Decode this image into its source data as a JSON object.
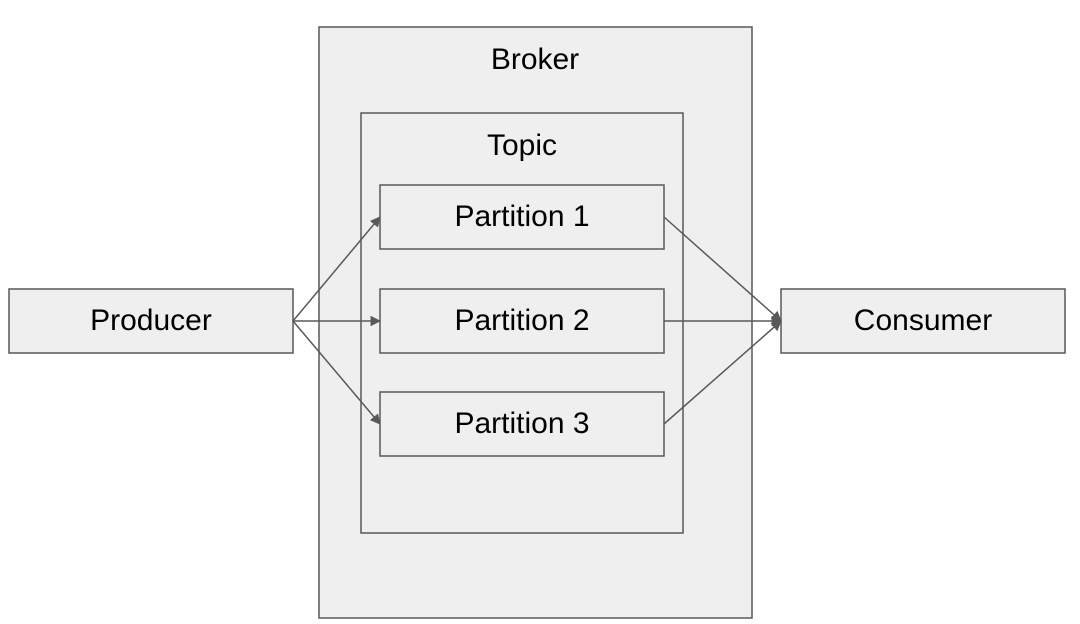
{
  "diagram": {
    "broker": {
      "label": "Broker"
    },
    "topic": {
      "label": "Topic"
    },
    "producer": {
      "label": "Producer"
    },
    "consumer": {
      "label": "Consumer"
    },
    "partitions": [
      {
        "label": "Partition 1"
      },
      {
        "label": "Partition 2"
      },
      {
        "label": "Partition 3"
      }
    ]
  },
  "colors": {
    "box_fill": "#efefef",
    "box_stroke": "#595959",
    "text": "#000000"
  }
}
